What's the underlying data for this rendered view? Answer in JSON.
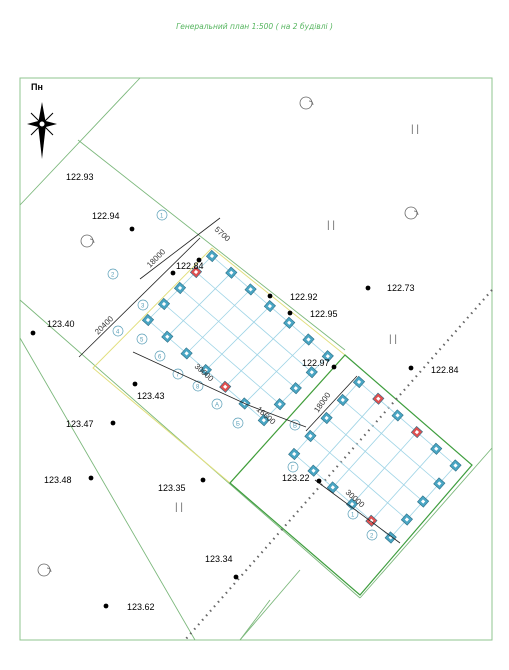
{
  "title": "Генеральний план 1:500 ( на 2 будівлі )",
  "north": {
    "label": "Пн"
  },
  "elevations": [
    {
      "v": "122.93"
    },
    {
      "v": "122.94"
    },
    {
      "v": "122.84"
    },
    {
      "v": "122.92"
    },
    {
      "v": "122.95"
    },
    {
      "v": "122.73"
    },
    {
      "v": "123.40"
    },
    {
      "v": "122.97"
    },
    {
      "v": "122.84"
    },
    {
      "v": "123.43"
    },
    {
      "v": "123.47"
    },
    {
      "v": "123.48"
    },
    {
      "v": "123.35"
    },
    {
      "v": "123.22"
    },
    {
      "v": "123.34"
    },
    {
      "v": "123.62"
    }
  ],
  "dimensions": [
    {
      "v": "5700"
    },
    {
      "v": "18000"
    },
    {
      "v": "20400"
    },
    {
      "v": "30000"
    },
    {
      "v": "16600"
    },
    {
      "v": "18000"
    },
    {
      "v": "30000"
    }
  ],
  "axis_labels": [
    "1",
    "2",
    "3",
    "4",
    "5",
    "6",
    "7",
    "8",
    "А",
    "Б",
    "В",
    "Г"
  ],
  "grass_mark": "| |",
  "colors": {
    "boundary": "#7cb87c",
    "building": "#3f9e3f",
    "site": "#e2df7e",
    "grid": "#9fd4e6",
    "column": "#4aa6c4",
    "column_accent": "#e05050",
    "dotted": "#666666"
  }
}
